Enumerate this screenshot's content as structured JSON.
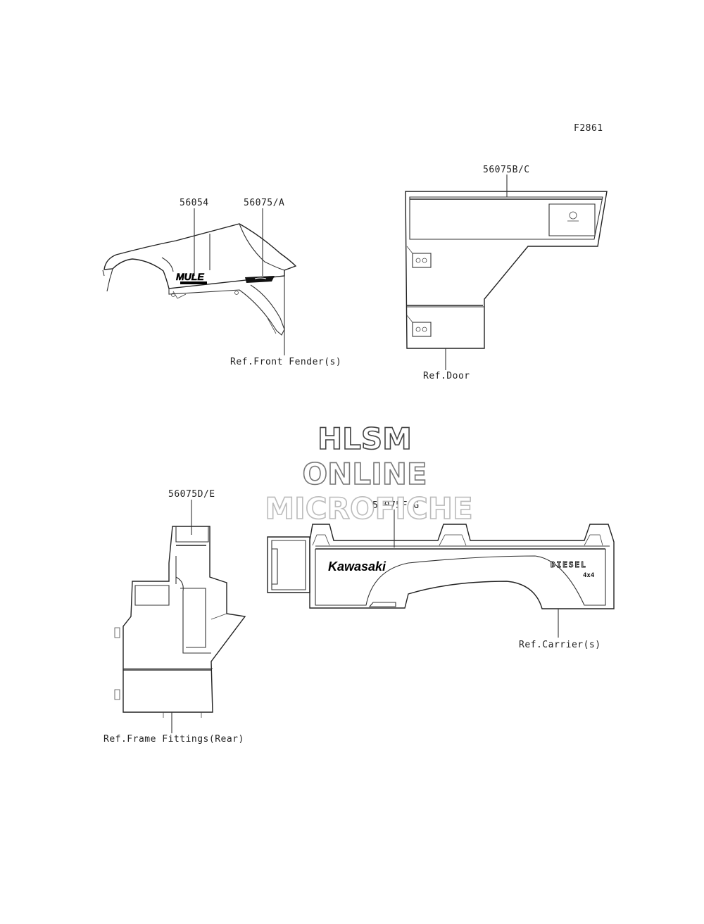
{
  "figure_code": "F2861",
  "parts": [
    {
      "part_no": "56054"
    },
    {
      "part_no": "56075/A"
    },
    {
      "part_no": "56075B/C"
    },
    {
      "part_no": "56075D/E"
    },
    {
      "part_no": "56075F/G"
    }
  ],
  "references": [
    {
      "text": "Ref.Front Fender(s)"
    },
    {
      "text": "Ref.Door"
    },
    {
      "text": "Ref.Frame Fittings(Rear)"
    },
    {
      "text": "Ref.Carrier(s)"
    }
  ],
  "decal_text": {
    "mule": "MULE",
    "kawasaki": "Kawasaki",
    "diesel": "DIESEL",
    "fourbyfour": "4x4"
  },
  "watermark": {
    "line1": "HLSM",
    "line2": "ONLINE",
    "line3": "MICROFICHE"
  }
}
